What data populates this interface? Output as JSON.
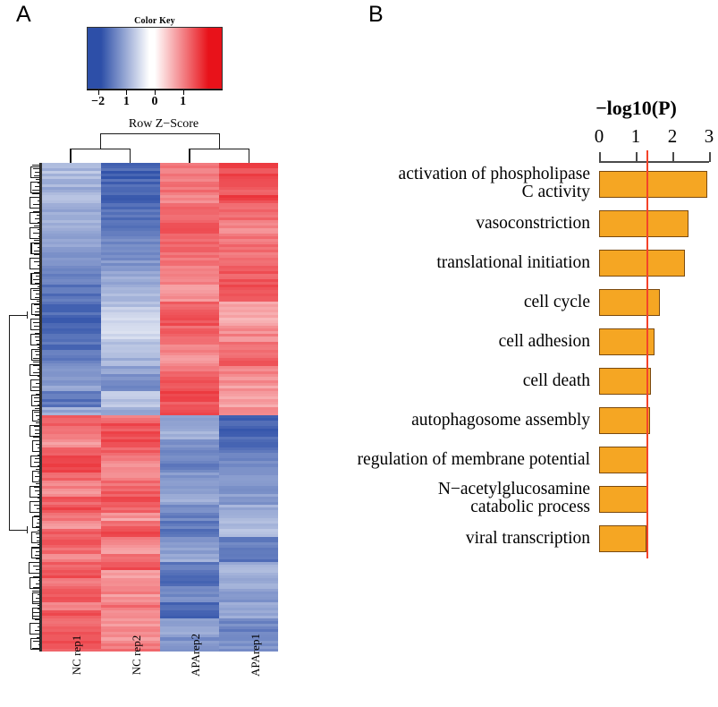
{
  "figure": {
    "panel_a_letter": "A",
    "panel_b_letter": "B"
  },
  "panel_a": {
    "color_key": {
      "title": "Color Key",
      "axis_label": "Row Z−Score",
      "tick_labels": [
        "−2",
        "1",
        "0",
        "1"
      ],
      "tick_values": [
        -2,
        -1,
        0,
        1
      ],
      "low_color": "#2d4fa8",
      "mid_color": "#ffffff",
      "high_color": "#e8121a"
    },
    "heatmap": {
      "columns": [
        "NC rep1",
        "NC rep2",
        "APArep2",
        "APArep1"
      ],
      "row_count": 60,
      "description": "Clustered expression heatmap of differentially expressed genes"
    }
  },
  "panel_b": {
    "axis_title": "−log10(P)",
    "tick_labels": [
      "0",
      "1",
      "2",
      "3"
    ],
    "bar_color": "#f5a623",
    "bar_border_color": "#7a4a10",
    "threshold_color": "#f4432a",
    "threshold_value": 1.3
  },
  "chart_data": [
    {
      "type": "heatmap",
      "title": "Color Key",
      "xlabel": "",
      "ylabel": "",
      "colorbar_label": "Row Z−Score",
      "colorbar_ticks": [
        -2,
        -1,
        0,
        1
      ],
      "colorbar_range": [
        -2.4,
        2.4
      ],
      "categories": [
        "NC rep1",
        "NC rep2",
        "APArep2",
        "APArep1"
      ],
      "legend_position": "top",
      "grid": false,
      "rows": [
        [
          -0.8,
          -1.75,
          1.1,
          1.5
        ],
        [
          -0.75,
          -1.8,
          1.05,
          1.55
        ],
        [
          -0.85,
          -1.7,
          1.15,
          1.4
        ],
        [
          -0.9,
          -1.65,
          1.2,
          1.35
        ],
        [
          -0.7,
          -1.85,
          1.0,
          1.6
        ],
        [
          -0.95,
          -1.6,
          1.25,
          1.3
        ],
        [
          -1.0,
          -1.55,
          1.3,
          1.25
        ],
        [
          -0.88,
          -1.5,
          1.35,
          1.05
        ],
        [
          -0.92,
          -1.45,
          1.4,
          0.95
        ],
        [
          -1.05,
          -1.4,
          1.28,
          1.12
        ],
        [
          -1.1,
          -1.35,
          1.22,
          1.18
        ],
        [
          -1.15,
          -1.3,
          1.18,
          1.22
        ],
        [
          -1.25,
          -1.2,
          1.12,
          1.28
        ],
        [
          -1.35,
          -1.1,
          1.05,
          1.35
        ],
        [
          -1.45,
          -0.95,
          1.0,
          1.42
        ],
        [
          -1.55,
          -0.85,
          0.95,
          1.48
        ],
        [
          -1.6,
          -0.75,
          0.9,
          1.52
        ],
        [
          -1.65,
          -0.65,
          1.35,
          0.85
        ],
        [
          -1.7,
          -0.55,
          1.4,
          0.8
        ],
        [
          -1.75,
          -0.45,
          1.45,
          0.75
        ],
        [
          -1.8,
          -0.4,
          1.3,
          0.9
        ],
        [
          -1.72,
          -0.5,
          1.2,
          1.0
        ],
        [
          -1.62,
          -0.62,
          1.1,
          1.15
        ],
        [
          -1.52,
          -0.74,
          0.98,
          1.3
        ],
        [
          -1.42,
          -0.88,
          0.86,
          1.44
        ],
        [
          -1.3,
          -1.02,
          1.25,
          1.05
        ],
        [
          -1.18,
          -1.16,
          1.38,
          0.92
        ],
        [
          -1.06,
          -1.28,
          1.46,
          0.84
        ],
        [
          -1.48,
          -0.6,
          1.5,
          0.7
        ],
        [
          -1.58,
          -0.72,
          1.42,
          0.78
        ],
        [
          -0.95,
          -0.9,
          1.55,
          0.95
        ],
        [
          1.4,
          1.15,
          -1.05,
          -1.75
        ],
        [
          1.3,
          1.45,
          -0.95,
          -1.8
        ],
        [
          1.05,
          1.55,
          -0.85,
          -1.7
        ],
        [
          0.9,
          1.6,
          -1.15,
          -1.6
        ],
        [
          1.2,
          1.35,
          -1.25,
          -1.5
        ],
        [
          1.45,
          1.1,
          -1.35,
          -1.4
        ],
        [
          1.5,
          0.95,
          -1.45,
          -1.3
        ],
        [
          1.25,
          1.05,
          -1.2,
          -1.2
        ],
        [
          1.1,
          1.2,
          -1.1,
          -1.1
        ],
        [
          0.95,
          1.4,
          -1.0,
          -1.15
        ],
        [
          1.35,
          1.5,
          -0.9,
          -1.25
        ],
        [
          1.48,
          1.25,
          -1.3,
          -0.95
        ],
        [
          1.15,
          0.85,
          -1.4,
          -0.85
        ],
        [
          0.88,
          1.3,
          -1.5,
          -0.75
        ],
        [
          1.42,
          1.55,
          -1.55,
          -0.7
        ],
        [
          1.52,
          1.05,
          -1.18,
          -1.45
        ],
        [
          1.28,
          0.92,
          -1.08,
          -1.55
        ],
        [
          1.0,
          1.18,
          -0.98,
          -1.62
        ],
        [
          1.38,
          1.42,
          -1.48,
          -0.88
        ],
        [
          1.55,
          0.8,
          -1.6,
          -0.8
        ],
        [
          1.18,
          0.98,
          -1.65,
          -0.92
        ],
        [
          1.32,
          1.12,
          -1.38,
          -1.02
        ],
        [
          1.45,
          0.9,
          -1.28,
          -1.12
        ],
        [
          1.08,
          1.22,
          -1.7,
          -0.98
        ],
        [
          1.5,
          1.02,
          -1.75,
          -0.9
        ],
        [
          1.22,
          0.88,
          -1.12,
          -1.35
        ],
        [
          1.36,
          1.08,
          -1.02,
          -1.42
        ],
        [
          1.44,
          0.96,
          -1.22,
          -1.32
        ],
        [
          1.28,
          1.16,
          -1.32,
          -1.22
        ]
      ]
    },
    {
      "type": "bar",
      "orientation": "horizontal",
      "title": "",
      "xlabel": "−log10(P)",
      "ylabel": "",
      "xlim": [
        0,
        3.05
      ],
      "xticks": [
        0,
        1,
        2,
        3
      ],
      "grid": false,
      "legend_position": "none",
      "threshold_line": 1.3,
      "categories": [
        "activation of phospholipase\nC activity",
        "vasoconstriction",
        "translational initiation",
        "cell cycle",
        "cell adhesion",
        "cell death",
        "autophagosome assembly",
        "regulation of membrane potential",
        "N−acetylglucosamine\ncatabolic process",
        "viral transcription"
      ],
      "values": [
        2.95,
        2.43,
        2.33,
        1.65,
        1.5,
        1.42,
        1.38,
        1.34,
        1.32,
        1.3
      ]
    }
  ]
}
